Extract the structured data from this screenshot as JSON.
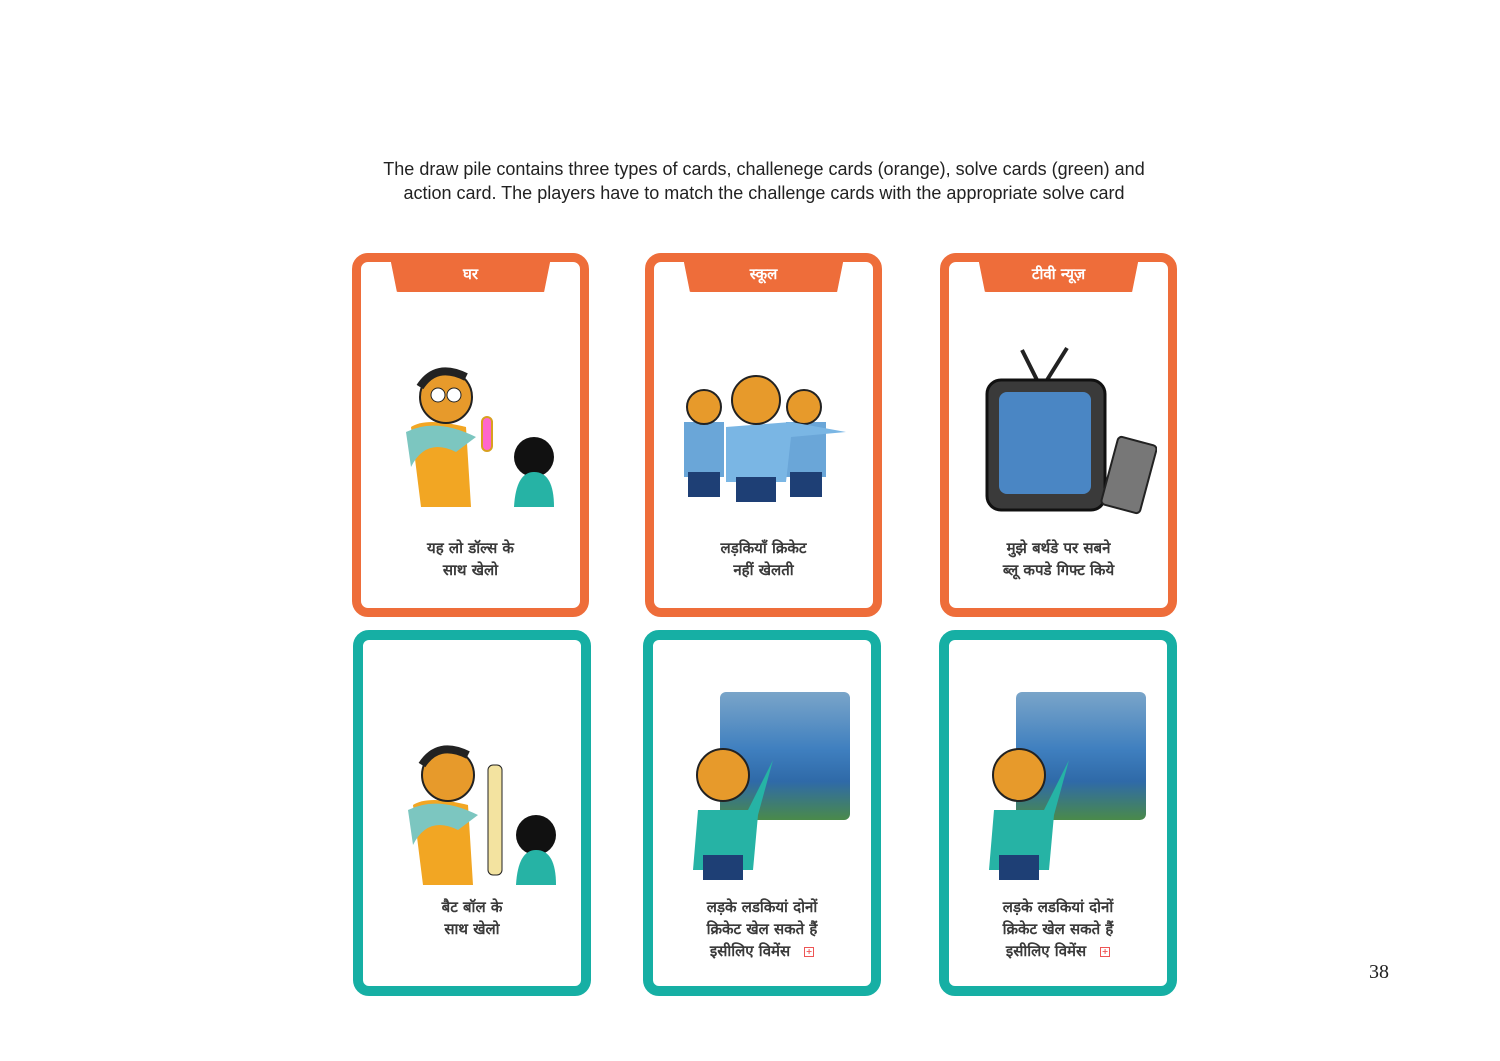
{
  "intro": {
    "line1": "The draw pile contains three types of cards, challenege cards (orange), solve cards (green) and",
    "line2": "action card. The players have to match the challenge cards with the appropriate solve card"
  },
  "challenge_cards": [
    {
      "tab": "घर",
      "line1": "यह लो डॉल्स के",
      "line2": "साथ खेलो"
    },
    {
      "tab": "स्कूल",
      "line1": "लड़कियाँ क्रिकेट",
      "line2": "नहीं खेलती"
    },
    {
      "tab": "टीवी न्यूज़",
      "line1": "मुझे बर्थडे पर सबने",
      "line2": "ब्लू कपडे गिफ्ट किये"
    }
  ],
  "solve_cards": [
    {
      "line1": "बैट बॉल के",
      "line2": "साथ खेलो"
    },
    {
      "line1": "लड़के लडकियां दोनों",
      "line2": "क्रिकेट खेल सकते हैं",
      "line3": "इसीलिए विमेंस"
    },
    {
      "line1": "लड़के लडकियां दोनों",
      "line2": "क्रिकेट खेल सकते हैं",
      "line3": "इसीलिए विमेंस"
    }
  ],
  "page_number": "38",
  "colors": {
    "challenge": "#ee6d3a",
    "solve": "#16afa4"
  }
}
